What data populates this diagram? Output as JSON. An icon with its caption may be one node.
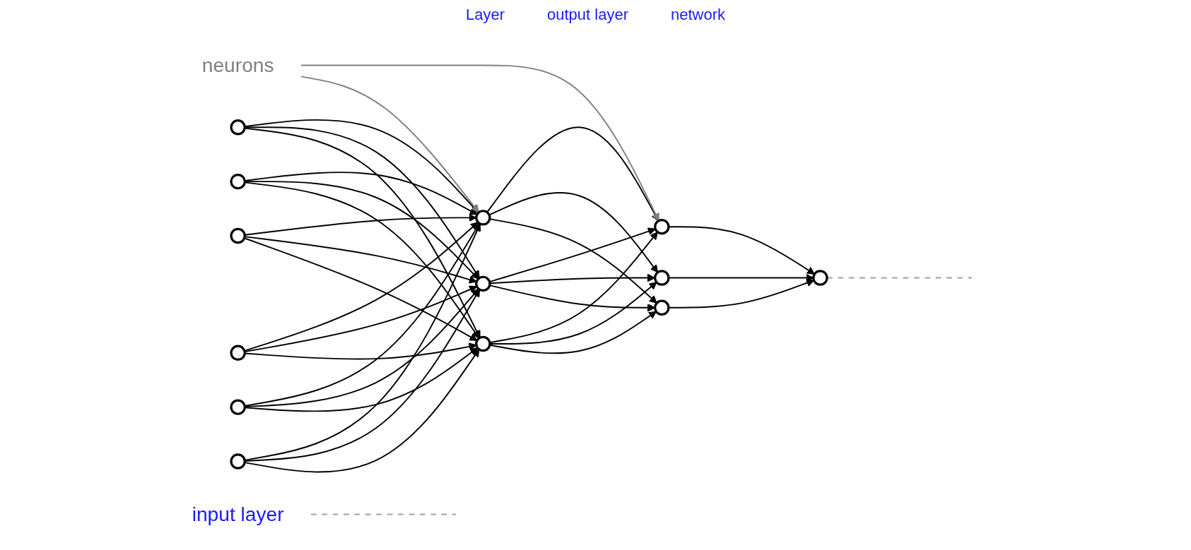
{
  "diagram": {
    "nodes": [
      {
        "text": [
          "input layer"
        ]
      },
      {
        "text": [],
        "shape": "circle"
      },
      {
        "text": [],
        "shape": "circle"
      },
      {
        "text": [],
        "shape": "circle"
      },
      {
        "text": [],
        "shape": "circle"
      },
      {
        "text": [],
        "shape": "circle"
      },
      {
        "text": [],
        "shape": "circle"
      },
      {
        "text": [],
        "shape": "circle"
      },
      {
        "text": [],
        "shape": "circle"
      },
      {
        "text": [],
        "shape": "circle"
      },
      {
        "text": [],
        "shape": "circle"
      },
      {
        "text": [],
        "shape": "circle"
      },
      {
        "text": [],
        "shape": "circle"
      },
      {
        "text": [],
        "shape": "circle"
      },
      {
        "text": [
          "neurons"
        ]
      }
    ],
    "edges": [
      {
        "from": 1,
        "to": 7,
        "arrow": "to"
      },
      {
        "from": 1,
        "to": 8,
        "arrow": "to"
      },
      {
        "from": 1,
        "to": 9,
        "arrow": "to"
      },
      {
        "from": 2,
        "to": 7,
        "arrow": "to"
      },
      {
        "from": 2,
        "to": 8,
        "arrow": "to"
      },
      {
        "from": 2,
        "to": 9,
        "arrow": "to"
      },
      {
        "from": 3,
        "to": 7,
        "arrow": "to"
      },
      {
        "from": 3,
        "to": 8,
        "arrow": "to"
      },
      {
        "from": 3,
        "to": 9,
        "arrow": "to"
      },
      {
        "from": 4,
        "to": 7,
        "arrow": "to"
      },
      {
        "from": 4,
        "to": 8,
        "arrow": "to"
      },
      {
        "from": 4,
        "to": 9,
        "arrow": "to"
      },
      {
        "from": 5,
        "to": 7,
        "arrow": "to"
      },
      {
        "from": 5,
        "to": 8,
        "arrow": "to"
      },
      {
        "from": 5,
        "to": 9,
        "arrow": "to"
      },
      {
        "from": 6,
        "to": 7,
        "arrow": "to"
      },
      {
        "from": 6,
        "to": 8,
        "arrow": "to"
      },
      {
        "from": 6,
        "to": 9,
        "arrow": "to"
      },
      {
        "from": 7,
        "to": 10,
        "arrow": "to"
      },
      {
        "from": 7,
        "to": 11,
        "arrow": "to"
      },
      {
        "from": 7,
        "to": 12,
        "arrow": "to"
      },
      {
        "from": 8,
        "to": 10,
        "arrow": "to"
      },
      {
        "from": 8,
        "to": 11,
        "arrow": "to"
      },
      {
        "from": 8,
        "to": 12,
        "arrow": "to"
      },
      {
        "from": 9,
        "to": 10,
        "arrow": "to"
      },
      {
        "from": 9,
        "to": 11,
        "arrow": "to"
      },
      {
        "from": 9,
        "to": 12,
        "arrow": "to"
      },
      {
        "from": 10,
        "to": 13,
        "arrow": "to"
      },
      {
        "from": 11,
        "to": 13,
        "arrow": "to"
      },
      {
        "from": 12,
        "to": 13,
        "arrow": "to"
      },
      {
        "from": 14,
        "to": 9,
        "arrow": "to",
        "color": "#808080"
      },
      {
        "from": 14,
        "to": 12,
        "arrow": "to",
        "color": "#808080"
      },
      {
        "from": 0,
        "to": null,
        "arrow": "none",
        "style": "dashed",
        "color": "#a0a0a0"
      },
      {
        "from": 13,
        "to": null,
        "arrow": "none",
        "style": "dashed",
        "color": "#a0a0a0"
      }
    ],
    "labels": [
      "Layer",
      "output layer",
      "network"
    ]
  }
}
